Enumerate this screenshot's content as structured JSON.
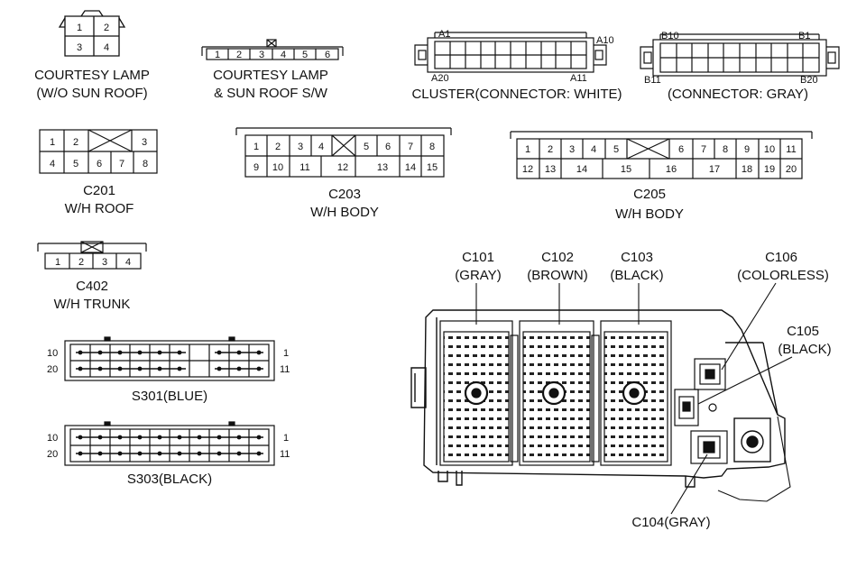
{
  "courtesy_lamp_wo_sunroof": {
    "pins": [
      "1",
      "2",
      "3",
      "4"
    ],
    "label1": "COURTESY LAMP",
    "label2": "(W/O SUN ROOF)"
  },
  "courtesy_lamp_sunroof": {
    "pins": [
      "1",
      "2",
      "3",
      "4",
      "5",
      "6"
    ],
    "label1": "COURTESY LAMP",
    "label2": "& SUN ROOF S/W"
  },
  "cluster": {
    "pin_a1": "A1",
    "pin_a10": "A10",
    "pin_a20": "A20",
    "pin_a11": "A11",
    "label": "CLUSTER(CONNECTOR: WHITE)"
  },
  "gray_connector": {
    "pin_b10": "B10",
    "pin_b1": "B1",
    "pin_b11": "B11",
    "pin_b20": "B20",
    "label": "(CONNECTOR: GRAY)"
  },
  "c201": {
    "row1": [
      "1",
      "2",
      "3"
    ],
    "row2": [
      "4",
      "5",
      "6",
      "7",
      "8"
    ],
    "id": "C201",
    "desc": "W/H ROOF"
  },
  "c203": {
    "row1": [
      "1",
      "2",
      "3",
      "4",
      "5",
      "6",
      "7",
      "8"
    ],
    "row2": [
      "9",
      "10",
      "11",
      "12",
      "13",
      "14",
      "15"
    ],
    "id": "C203",
    "desc": "W/H BODY"
  },
  "c205": {
    "row1": [
      "1",
      "2",
      "3",
      "4",
      "5",
      "6",
      "7",
      "8",
      "9",
      "10",
      "11"
    ],
    "row2": [
      "12",
      "13",
      "14",
      "15",
      "16",
      "17",
      "18",
      "19",
      "20"
    ],
    "id": "C205",
    "desc": "W/H BODY"
  },
  "c402": {
    "pins": [
      "1",
      "2",
      "3",
      "4"
    ],
    "id": "C402",
    "desc": "W/H TRUNK"
  },
  "s301": {
    "left_top": "10",
    "left_bottom": "20",
    "right_top": "1",
    "right_bottom": "11",
    "label": "S301(BLUE)"
  },
  "s303": {
    "left_top": "10",
    "left_bottom": "20",
    "right_top": "1",
    "right_bottom": "11",
    "label": "S303(BLACK)"
  },
  "junction_box": {
    "c101_id": "C101",
    "c101_color": "(GRAY)",
    "c102_id": "C102",
    "c102_color": "(BROWN)",
    "c103_id": "C103",
    "c103_color": "(BLACK)",
    "c106_id": "C106",
    "c106_color": "(COLORLESS)",
    "c105_id": "C105",
    "c105_color": "(BLACK)",
    "c104_label": "C104(GRAY)"
  }
}
